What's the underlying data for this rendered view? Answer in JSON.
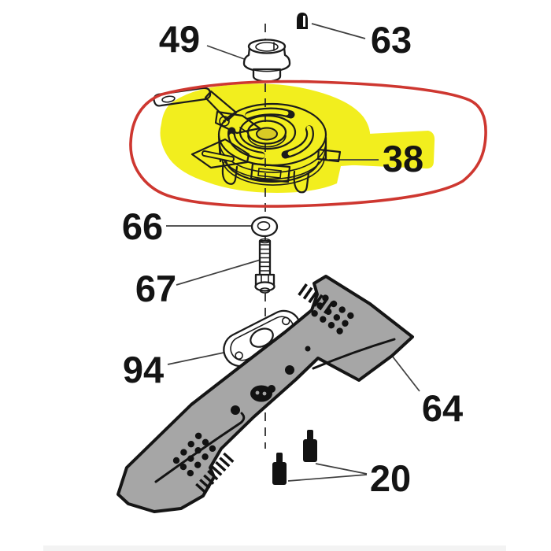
{
  "diagram": {
    "callouts": {
      "c49": "49",
      "c63": "63",
      "c38": "38",
      "c66": "66",
      "c67": "67",
      "c94": "94",
      "c64": "64",
      "c20": "20"
    },
    "colors": {
      "highlight": "#f2ee1e",
      "annotation": "#ce3730",
      "blade": "#a6a6a6",
      "ink": "#1b1b1b",
      "leader": "#3e3e3e"
    }
  }
}
